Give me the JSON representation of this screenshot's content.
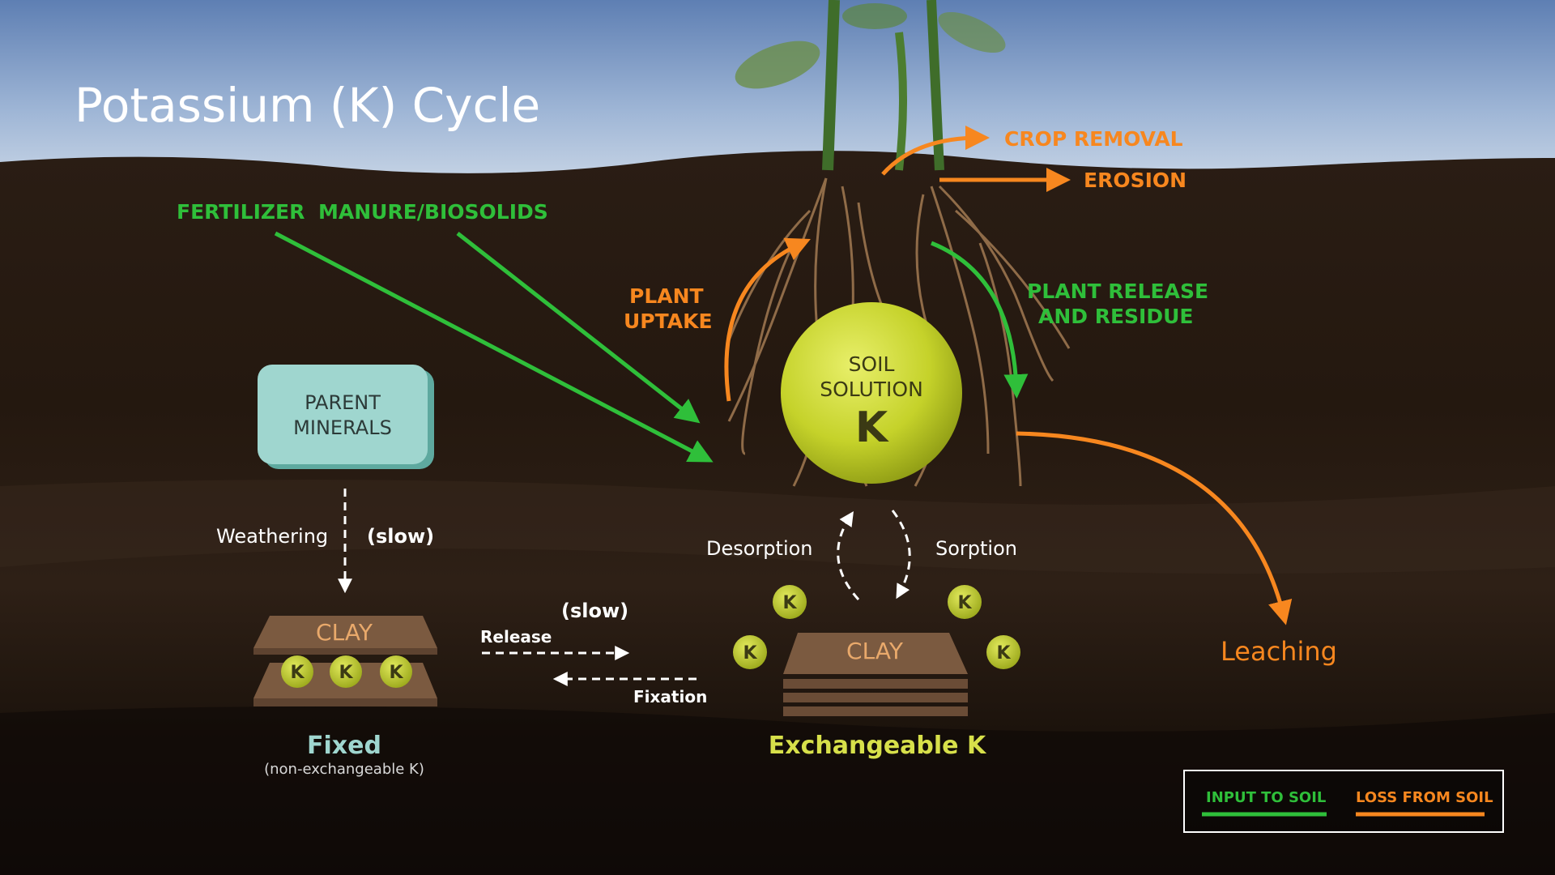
{
  "title": "Potassium (K) Cycle",
  "inputs": {
    "fertilizer": "FERTILIZER",
    "manure": "MANURE/BIOSOLIDS",
    "plant_release_line1": "PLANT RELEASE",
    "plant_release_line2": "AND RESIDUE"
  },
  "losses": {
    "crop_removal": "CROP REMOVAL",
    "erosion": "EROSION",
    "plant_uptake_line1": "PLANT",
    "plant_uptake_line2": "UPTAKE",
    "leaching": "Leaching"
  },
  "soil_solution": {
    "line1": "SOIL",
    "line2": "SOLUTION",
    "symbol": "K"
  },
  "parent_minerals": {
    "line1": "PARENT",
    "line2": "MINERALS"
  },
  "processes": {
    "weathering": "Weathering",
    "weathering_rate": "(slow)",
    "release": "Release",
    "release_rate": "(slow)",
    "fixation": "Fixation",
    "desorption": "Desorption",
    "sorption": "Sorption"
  },
  "clay_label": "CLAY",
  "k_symbol": "K",
  "fixed": {
    "label": "Fixed",
    "sublabel": "(non-exchangeable K)"
  },
  "exchangeable": {
    "label": "Exchangeable K"
  },
  "legend": {
    "input": "INPUT TO SOIL",
    "loss": "LOSS FROM SOIL"
  },
  "colors": {
    "input": "#2fbf3a",
    "loss": "#f7871f",
    "soil_solution": "#c9d62a",
    "parent_minerals": "#9fd6cf",
    "clay": "#7b5a40",
    "exchangeable_text": "#d7e04a",
    "fixed_text": "#9fd6cf"
  }
}
